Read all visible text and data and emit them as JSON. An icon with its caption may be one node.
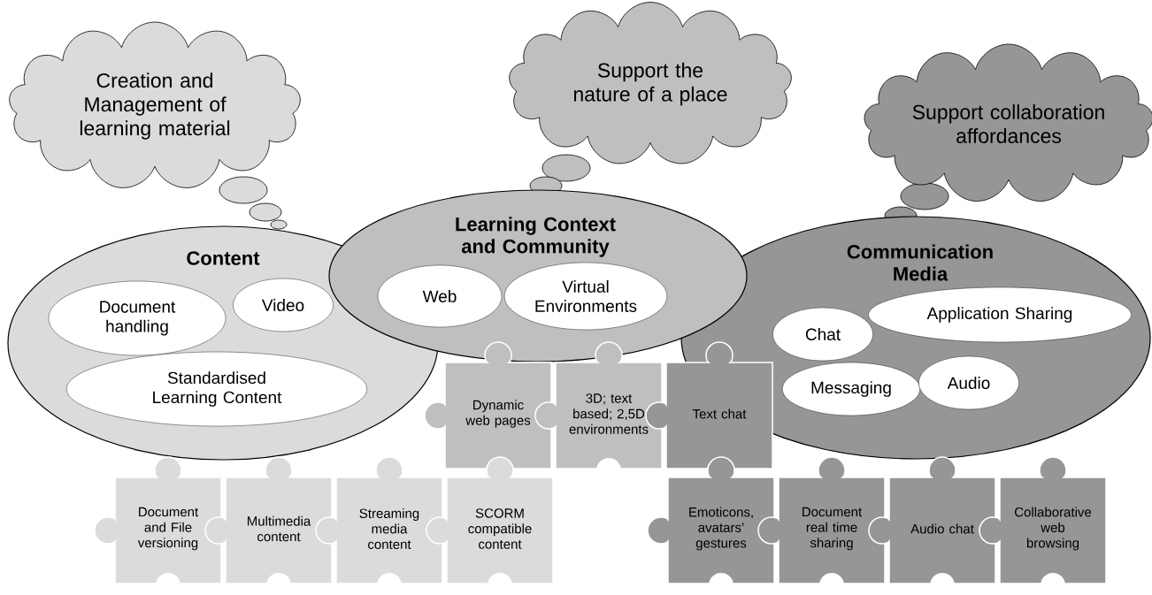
{
  "diagram": {
    "nodes": [
      {
        "text": [
          "Creation and Management of learning material"
        ]
      },
      {
        "text": [
          "Support the nature of a place"
        ]
      },
      {
        "text": [
          "Support collaboration affordances"
        ]
      },
      {
        "text": [
          "Content"
        ]
      },
      {
        "text": [
          "Document handling"
        ],
        "in": 3
      },
      {
        "text": [
          "Video"
        ],
        "in": 3
      },
      {
        "text": [
          "Standardised Learning Content"
        ],
        "in": 3
      },
      {
        "text": [
          "Learning Context and Community"
        ]
      },
      {
        "text": [
          "Web"
        ],
        "in": 7
      },
      {
        "text": [
          "Virtual Environments"
        ],
        "in": 7
      },
      {
        "text": [
          "Communication Media"
        ]
      },
      {
        "text": [
          "Chat"
        ],
        "in": 10
      },
      {
        "text": [
          "Application Sharing"
        ],
        "in": 10
      },
      {
        "text": [
          "Messaging"
        ],
        "in": 10
      },
      {
        "text": [
          "Audio"
        ],
        "in": 10
      },
      {
        "text": [
          "Dynamic web pages"
        ]
      },
      {
        "text": [
          "3D; text based; 2,5D environments"
        ]
      },
      {
        "text": [
          "Text chat"
        ]
      },
      {
        "text": [
          "Document and File versioning"
        ]
      },
      {
        "text": [
          "Multimedia content"
        ]
      },
      {
        "text": [
          "Streaming media content"
        ]
      },
      {
        "text": [
          "SCORM compatible content"
        ]
      },
      {
        "text": [
          "Emoticons, avatars’ gestures"
        ]
      },
      {
        "text": [
          "Document real time sharing"
        ]
      },
      {
        "text": [
          "Audio chat"
        ]
      },
      {
        "text": [
          "Collaborative web browsing"
        ]
      }
    ]
  }
}
